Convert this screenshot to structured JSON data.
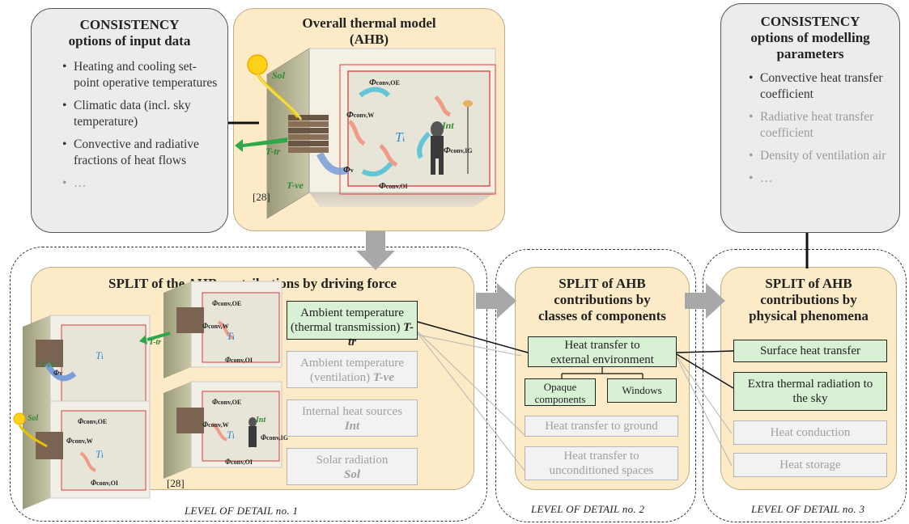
{
  "top_left": {
    "title_line1": "CONSISTENCY",
    "title_line2": "options of input data",
    "items": [
      "Heating and cooling set-point operative temperatures",
      "Climatic data (incl. sky temperature)",
      "Convective and radiative fractions of heat flows",
      "…"
    ]
  },
  "top_center": {
    "title_line1": "Overall thermal model",
    "title_line2": "(AHB)",
    "labels": {
      "sol": "Sol",
      "int": "Int",
      "ttr": "T-tr",
      "tve": "T-ve",
      "ti": "T",
      "phi": "Φ",
      "conv_oe": "conv,OE",
      "conv_w": "conv,W",
      "v": "v",
      "conv_ig": "conv,IG",
      "conv_oi": "conv,OI",
      "i": "i"
    },
    "citation": "[28]"
  },
  "top_right": {
    "title_line1": "CONSISTENCY",
    "title_line2": "options of modelling",
    "title_line3": "parameters",
    "items": [
      "Convective heat transfer coefficient",
      "Radiative heat transfer coefficient",
      "Density of ventilation air",
      "…"
    ]
  },
  "level1": {
    "title": "SPLIT of the AHB contributions by driving force",
    "boxes": [
      {
        "line1": "Ambient temperature",
        "line2": "(thermal transmission)",
        "sym": "T-tr"
      },
      {
        "line1": "Ambient temperature",
        "line2": "(ventilation)",
        "sym": "T-ve"
      },
      {
        "line1": "Internal heat sources",
        "line2": "",
        "sym": "Int"
      },
      {
        "line1": "Solar radiation",
        "line2": "",
        "sym": "Sol"
      }
    ],
    "citation": "[28]",
    "level_label": "LEVEL OF DETAIL no. 1"
  },
  "level2": {
    "title_line1": "SPLIT of AHB",
    "title_line2": "contributions by",
    "title_line3": "classes of components",
    "main_box_line1": "Heat transfer to",
    "main_box_line2": "external environment",
    "sub_box_1_line1": "Opaque",
    "sub_box_1_line2": "components",
    "sub_box_2": "Windows",
    "grey_box_1": "Heat transfer to ground",
    "grey_box_2_line1": "Heat transfer to",
    "grey_box_2_line2": "unconditioned spaces",
    "level_label": "LEVEL OF DETAIL no. 2"
  },
  "level3": {
    "title_line1": "SPLIT of AHB",
    "title_line2": "contributions by",
    "title_line3": "physical phenomena",
    "green_box_1": "Surface heat transfer",
    "green_box_2_line1": "Extra thermal radiation to",
    "green_box_2_line2": "the sky",
    "grey_box_1": "Heat conduction",
    "grey_box_2": "Heat storage",
    "level_label": "LEVEL OF DETAIL no. 3"
  },
  "colors": {
    "tan": "#fcebc6",
    "green_box": "#d8f0d3",
    "grey_box": "#ececec",
    "arrow_grey": "#a8a8a8",
    "room_red": "#e23a3a",
    "sym_green": "#2e8b2e",
    "ti_blue": "#2a8fd6"
  }
}
